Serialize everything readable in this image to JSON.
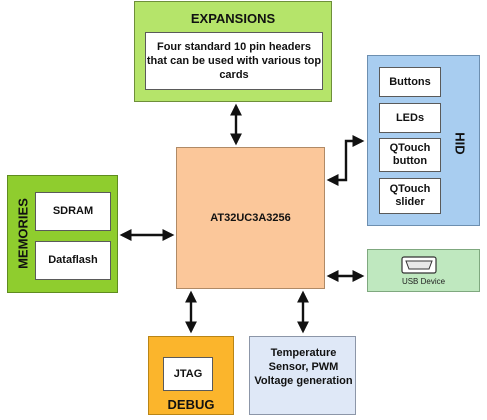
{
  "expansions": {
    "title": "EXPANSIONS",
    "description": "Four standard 10 pin headers that can be used with various top cards"
  },
  "hid": {
    "title": "HID",
    "items": [
      "Buttons",
      "LEDs",
      "QTouch button",
      "QTouch slider"
    ]
  },
  "memories": {
    "title": "MEMORIES",
    "items": [
      "SDRAM",
      "Dataflash"
    ]
  },
  "chip": {
    "label": "AT32UC3A3256"
  },
  "usb": {
    "label": "USB Device",
    "icon": "usb-connector-icon"
  },
  "debug": {
    "title": "DEBUG",
    "jtag": "JTAG"
  },
  "temperature": {
    "label": "Temperature Sensor, PWM Voltage generation"
  },
  "colors": {
    "expansions": "#b5e46a",
    "hid": "#a8cdf0",
    "memories": "#8fcd2e",
    "chip": "#fbc79a",
    "usb": "#bfe8bf",
    "debug": "#fbb52c",
    "temperature": "#dfe8f7",
    "arrow": "#111111"
  }
}
